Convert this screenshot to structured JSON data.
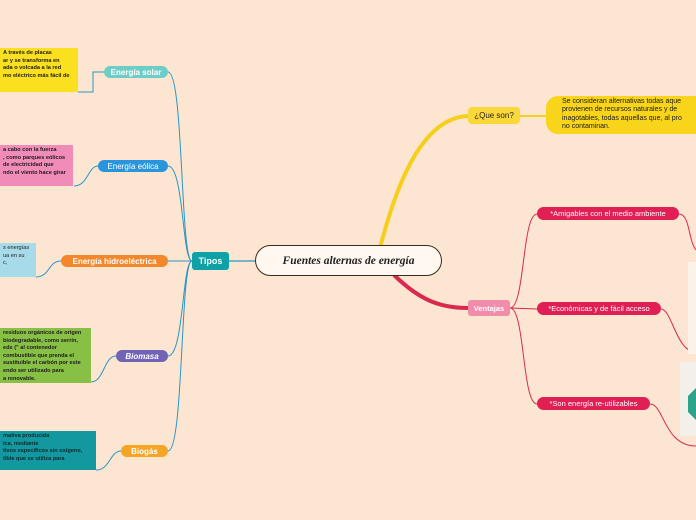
{
  "center": {
    "title": "Fuentes alternas de energía"
  },
  "tipos": {
    "label": "Tipos",
    "items": [
      {
        "label": "Energía solar",
        "note": "A través de placas\nar y se transforma en\nada o volcada a la red\nmo eléctrico más fácil de"
      },
      {
        "label": "Energía eólica",
        "note": "a cabo con la fuerza\n, como parques eólicos\nde electricidad que\nndo el viento hace girar"
      },
      {
        "label": "Energía hidroeléctrica",
        "note": "s energías\nua en su\nc,"
      },
      {
        "label": "Biomasa",
        "note": "residuos orgánicos de origen\nbiodegradable, como serrín,\neds (\" al contenedor\ncombustible que prenda el\nsustituible el carbón por este\nendo ser utilizado para\na renovable."
      },
      {
        "label": "Biogás",
        "note": "mativa producida\nica, mediante\ntivos específicos sin oxígeno,\ntible que se utiliza para"
      }
    ]
  },
  "que_son": {
    "label": "¿Que son?",
    "note": "Se consideran alternativas todas aque\nprovienen de recursos naturales y de\ninagotables, todas aquellas que, al pro\nno contaminan."
  },
  "ventajas": {
    "label": "Ventajas",
    "items": [
      {
        "label": "*Amigables con el medio ambiente"
      },
      {
        "label": "*Económicas y de fácil acceso"
      },
      {
        "label": "*Son energía re-utilizables"
      }
    ]
  },
  "colors": {
    "background": "#fde6d1",
    "tipos_branch": "#2a95c6",
    "que_son_branch": "#f6cf1c",
    "ventajas_branch": "#d9294f",
    "ventajas_item": "#e01f55",
    "tipos_node": "#0ea1a6"
  }
}
